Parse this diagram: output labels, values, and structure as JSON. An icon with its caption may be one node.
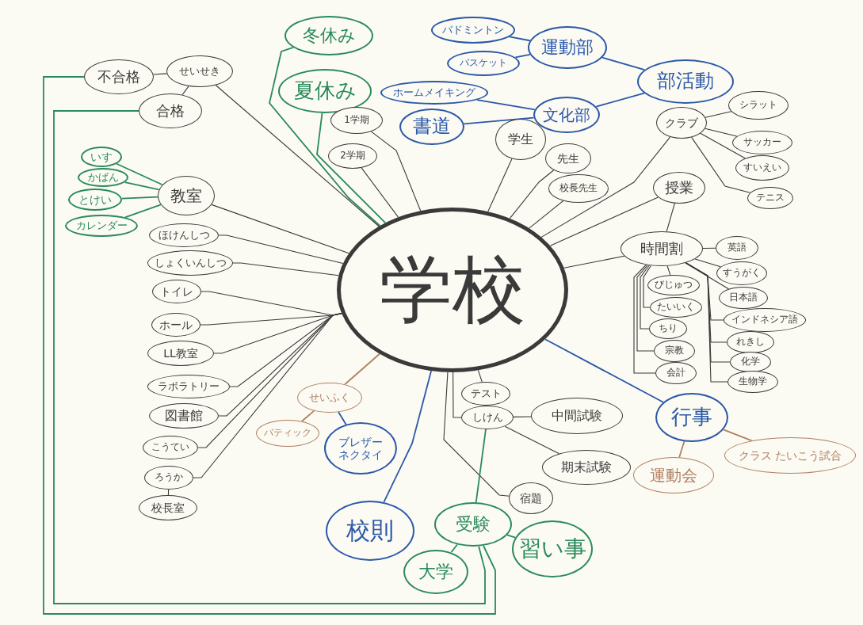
{
  "diagram": {
    "nodes": [
      {
        "text": [
          "学校"
        ]
      },
      {
        "text": [
          "冬休み"
        ]
      },
      {
        "text": [
          "夏休み"
        ]
      },
      {
        "text": [
          "1学期"
        ]
      },
      {
        "text": [
          "2学期"
        ]
      },
      {
        "text": [
          "不合格"
        ]
      },
      {
        "text": [
          "せいせき"
        ]
      },
      {
        "text": [
          "合格"
        ]
      },
      {
        "text": [
          "いす"
        ]
      },
      {
        "text": [
          "かばん"
        ]
      },
      {
        "text": [
          "とけい"
        ]
      },
      {
        "text": [
          "カレンダー"
        ]
      },
      {
        "text": [
          "教室"
        ]
      },
      {
        "text": [
          "ほけんしつ"
        ]
      },
      {
        "text": [
          "しょくいんしつ"
        ]
      },
      {
        "text": [
          "トイレ"
        ]
      },
      {
        "text": [
          "ホール"
        ]
      },
      {
        "text": [
          "LL教室"
        ]
      },
      {
        "text": [
          "ラボラトリー"
        ]
      },
      {
        "text": [
          "図書館"
        ]
      },
      {
        "text": [
          "こうてい"
        ]
      },
      {
        "text": [
          "ろうか"
        ]
      },
      {
        "text": [
          "校長室"
        ]
      },
      {
        "text": [
          "バドミントン"
        ]
      },
      {
        "text": [
          "バスケット"
        ]
      },
      {
        "text": [
          "運動部"
        ]
      },
      {
        "text": [
          "部活動"
        ]
      },
      {
        "text": [
          "ホームメイキング"
        ]
      },
      {
        "text": [
          "書道"
        ]
      },
      {
        "text": [
          "文化部"
        ]
      },
      {
        "text": [
          "学生"
        ]
      },
      {
        "text": [
          "先生"
        ]
      },
      {
        "text": [
          "校長先生"
        ]
      },
      {
        "text": [
          "クラブ"
        ]
      },
      {
        "text": [
          "シラット"
        ]
      },
      {
        "text": [
          "サッカー"
        ]
      },
      {
        "text": [
          "すいえい"
        ]
      },
      {
        "text": [
          "テニス"
        ]
      },
      {
        "text": [
          "授業"
        ]
      },
      {
        "text": [
          "時間割"
        ]
      },
      {
        "text": [
          "英語"
        ]
      },
      {
        "text": [
          "すうがく"
        ]
      },
      {
        "text": [
          "日本語"
        ]
      },
      {
        "text": [
          "インドネシア語"
        ]
      },
      {
        "text": [
          "れきし"
        ]
      },
      {
        "text": [
          "化学"
        ]
      },
      {
        "text": [
          "生物学"
        ]
      },
      {
        "text": [
          "びじゅつ"
        ]
      },
      {
        "text": [
          "たいいく"
        ]
      },
      {
        "text": [
          "ちり"
        ]
      },
      {
        "text": [
          "宗教"
        ]
      },
      {
        "text": [
          "会計"
        ]
      },
      {
        "text": [
          "せいふく"
        ]
      },
      {
        "text": [
          "バティック"
        ]
      },
      {
        "text": [
          "ブレザー",
          "ネクタイ"
        ]
      },
      {
        "text": [
          "校則"
        ]
      },
      {
        "text": [
          "テスト"
        ]
      },
      {
        "text": [
          "しけん"
        ]
      },
      {
        "text": [
          "中間試験"
        ]
      },
      {
        "text": [
          "期末試験"
        ]
      },
      {
        "text": [
          "宿題"
        ]
      },
      {
        "text": [
          "受験"
        ]
      },
      {
        "text": [
          "大学"
        ]
      },
      {
        "text": [
          "習い事"
        ]
      },
      {
        "text": [
          "行事"
        ]
      },
      {
        "text": [
          "運動会"
        ]
      },
      {
        "text": [
          "クラス たいこう試合"
        ]
      }
    ],
    "edges": [
      {
        "from": 0,
        "to": 1,
        "arrow": "none",
        "color": "#2a8a5c"
      },
      {
        "from": 0,
        "to": 2,
        "arrow": "none",
        "color": "#2a8a5c"
      },
      {
        "from": 0,
        "to": 3,
        "arrow": "none"
      },
      {
        "from": 0,
        "to": 4,
        "arrow": "none"
      },
      {
        "from": 0,
        "to": 6,
        "arrow": "none"
      },
      {
        "from": 6,
        "to": 5,
        "arrow": "none"
      },
      {
        "from": 6,
        "to": 7,
        "arrow": "none"
      },
      {
        "from": 5,
        "to": 61,
        "arrow": "none",
        "color": "#2a8a5c"
      },
      {
        "from": 7,
        "to": 61,
        "arrow": "none",
        "color": "#2a8a5c"
      },
      {
        "from": 0,
        "to": 12,
        "arrow": "none"
      },
      {
        "from": 12,
        "to": 8,
        "arrow": "none",
        "color": "#2a8a5c"
      },
      {
        "from": 12,
        "to": 9,
        "arrow": "none",
        "color": "#2a8a5c"
      },
      {
        "from": 12,
        "to": 10,
        "arrow": "none",
        "color": "#2a8a5c"
      },
      {
        "from": 12,
        "to": 11,
        "arrow": "none",
        "color": "#2a8a5c"
      },
      {
        "from": 0,
        "to": 13,
        "arrow": "none"
      },
      {
        "from": 0,
        "to": 14,
        "arrow": "none"
      },
      {
        "from": 0,
        "to": 15,
        "arrow": "none"
      },
      {
        "from": 0,
        "to": 16,
        "arrow": "none"
      },
      {
        "from": 0,
        "to": 17,
        "arrow": "none"
      },
      {
        "from": 0,
        "to": 18,
        "arrow": "none"
      },
      {
        "from": 0,
        "to": 19,
        "arrow": "none"
      },
      {
        "from": 0,
        "to": 20,
        "arrow": "none"
      },
      {
        "from": 0,
        "to": 21,
        "arrow": "none"
      },
      {
        "from": 21,
        "to": 22,
        "arrow": "none"
      },
      {
        "from": 25,
        "to": 23,
        "arrow": "none",
        "color": "#2a58a8"
      },
      {
        "from": 25,
        "to": 24,
        "arrow": "none",
        "color": "#2a58a8"
      },
      {
        "from": 26,
        "to": 25,
        "arrow": "none",
        "color": "#2a58a8"
      },
      {
        "from": 26,
        "to": 29,
        "arrow": "none",
        "color": "#2a58a8"
      },
      {
        "from": 29,
        "to": 27,
        "arrow": "none",
        "color": "#2a58a8"
      },
      {
        "from": 29,
        "to": 28,
        "arrow": "none",
        "color": "#2a58a8"
      },
      {
        "from": 0,
        "to": 30,
        "arrow": "none"
      },
      {
        "from": 0,
        "to": 31,
        "arrow": "none"
      },
      {
        "from": 0,
        "to": 32,
        "arrow": "none"
      },
      {
        "from": 0,
        "to": 33,
        "arrow": "none"
      },
      {
        "from": 33,
        "to": 34,
        "arrow": "none"
      },
      {
        "from": 33,
        "to": 35,
        "arrow": "none"
      },
      {
        "from": 33,
        "to": 36,
        "arrow": "none"
      },
      {
        "from": 33,
        "to": 37,
        "arrow": "none"
      },
      {
        "from": 0,
        "to": 38,
        "arrow": "none"
      },
      {
        "from": 38,
        "to": 39,
        "arrow": "none"
      },
      {
        "from": 0,
        "to": 39,
        "arrow": "none"
      },
      {
        "from": 39,
        "to": 40,
        "arrow": "none"
      },
      {
        "from": 39,
        "to": 41,
        "arrow": "none"
      },
      {
        "from": 39,
        "to": 42,
        "arrow": "none"
      },
      {
        "from": 39,
        "to": 43,
        "arrow": "none"
      },
      {
        "from": 39,
        "to": 44,
        "arrow": "none"
      },
      {
        "from": 39,
        "to": 45,
        "arrow": "none"
      },
      {
        "from": 39,
        "to": 46,
        "arrow": "none"
      },
      {
        "from": 39,
        "to": 47,
        "arrow": "none"
      },
      {
        "from": 39,
        "to": 48,
        "arrow": "none"
      },
      {
        "from": 39,
        "to": 49,
        "arrow": "none"
      },
      {
        "from": 39,
        "to": 50,
        "arrow": "none"
      },
      {
        "from": 39,
        "to": 51,
        "arrow": "none"
      },
      {
        "from": 0,
        "to": 52,
        "arrow": "none",
        "color": "#b08060"
      },
      {
        "from": 52,
        "to": 53,
        "arrow": "none",
        "color": "#b08060"
      },
      {
        "from": 52,
        "to": 54,
        "arrow": "none",
        "color": "#2a58a8"
      },
      {
        "from": 0,
        "to": 55,
        "arrow": "none",
        "color": "#2a58a8"
      },
      {
        "from": 0,
        "to": 56,
        "arrow": "none"
      },
      {
        "from": 0,
        "to": 57,
        "arrow": "none"
      },
      {
        "from": 0,
        "to": 60,
        "arrow": "none"
      },
      {
        "from": 57,
        "to": 58,
        "arrow": "none"
      },
      {
        "from": 57,
        "to": 59,
        "arrow": "none"
      },
      {
        "from": 57,
        "to": 61,
        "arrow": "none",
        "color": "#2a8a5c"
      },
      {
        "from": 61,
        "to": 62,
        "arrow": "none",
        "color": "#2a8a5c"
      },
      {
        "from": 61,
        "to": 63,
        "arrow": "none",
        "color": "#2a8a5c"
      },
      {
        "from": 0,
        "to": 64,
        "arrow": "none",
        "color": "#2a58a8"
      },
      {
        "from": 64,
        "to": 65,
        "arrow": "none",
        "color": "#b08060"
      },
      {
        "from": 64,
        "to": 66,
        "arrow": "none",
        "color": "#b08060"
      }
    ]
  }
}
